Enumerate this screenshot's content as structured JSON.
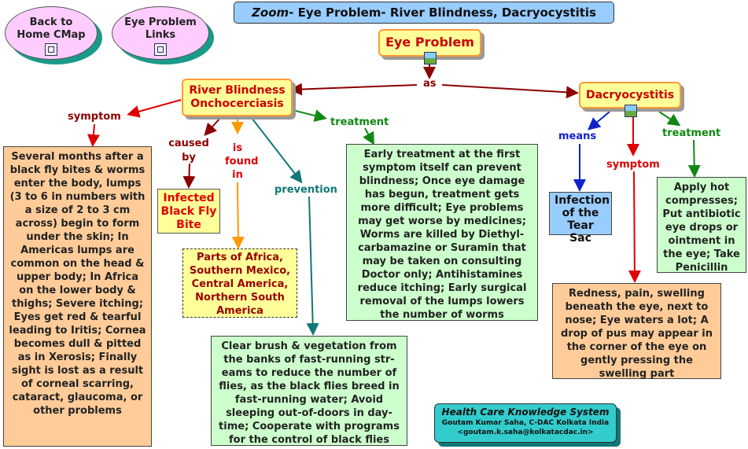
{
  "title": {
    "prefix": "Zoom",
    "rest": "- Eye Problem- River Blindness, Dacryocystitis"
  },
  "nav": {
    "home": "Back to Home CMap",
    "links": "Eye Problem Links"
  },
  "nodes": {
    "eye_problem": "Eye Problem",
    "river": "River Blindness Onchocerciasis",
    "dacryo": "Dacryocystitis",
    "fly_bite": "Infected Black Fly Bite",
    "regions": "Parts of Africa, Southern Mexico, Central America, Northern South America",
    "tear_sac": "Infection of the Tear Sac"
  },
  "links": {
    "as": "as",
    "symptom_left": "symptom",
    "caused_by": "caused by",
    "is_found_in": "is found in",
    "prevention": "prevention",
    "treatment_mid": "treatment",
    "means": "means",
    "symptom_right": "symptom",
    "treatment_right": "treatment"
  },
  "texts": {
    "symptoms_left": "Several months after a black fly bites & worms enter the body, lumps (3 to 6 in numbers with a size of 2 to 3 cm across) begin to form under the skin; In Americas lumps are common on the head & upper body; In Africa on the lower body & thighs; Severe itching; Eyes get red & tearful leading to Iritis; Cornea becomes dull & pitted as in Xerosis; Finally sight is lost as a result of corneal scarring, cataract, glaucoma, or other problems",
    "treatment_mid": "Early treatment at the first symptom itself can prevent blindness; Once eye damage has begun, treatment gets more difficult; Eye problems may get worse by medicines; Worms are killed by Diethyl-carbamazine or Suramin that may be taken on consulting Doctor only; Antihistamines reduce itching; Early surgical removal of the lumps lowers the number of worms",
    "prevention": "Clear brush & vegetation from the banks of fast-running str-eams to reduce the number of flies, as the black flies breed in fast-running water;  Avoid sleeping out-of-doors in day-time; Cooperate with programs for the control of black flies",
    "treatment_right": "Apply hot compresses; Put antibiotic eye drops or ointment in the eye; Take Penicillin",
    "symptoms_right": "Redness, pain, swelling beneath the eye, next to nose; Eye waters a lot; A drop of pus may appear in the corner of the eye on gently pressing the swelling part"
  },
  "footer": {
    "line1": "Health Care Knowledge System",
    "line2": "Goutam Kumar Saha, C-DAC Kolkata India",
    "line3": "<goutam.k.saha@kolkatacdac.in>"
  },
  "colors": {
    "link_dark_red": "#8b0000",
    "red": "#e00000",
    "green": "#118811",
    "teal": "#117777",
    "blue": "#1122cc",
    "orange": "#ff9900"
  }
}
